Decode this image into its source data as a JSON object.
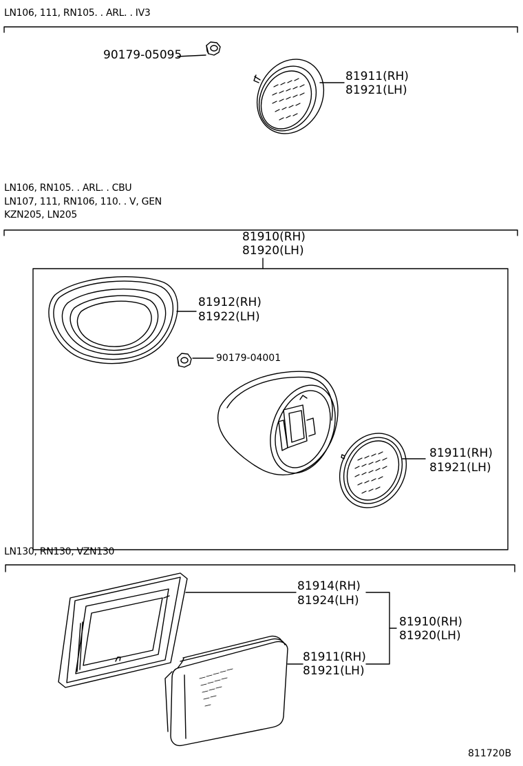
{
  "sections": [
    {
      "header_lines": [
        "LN106, 111, RN105. . ARL. . IV3"
      ],
      "parts": [
        {
          "number": "90179-05095"
        },
        {
          "lines": [
            "81911(RH)",
            "81921(LH)"
          ]
        }
      ]
    },
    {
      "header_lines": [
        "LN106, RN105. . ARL. . CBU",
        "LN107, 111, RN106, 110. . V, GEN",
        "KZN205, LN205"
      ],
      "assembly": [
        "81910(RH)",
        "81920(LH)"
      ],
      "parts": [
        {
          "lines": [
            "81912(RH)",
            "81922(LH)"
          ]
        },
        {
          "number": "90179-04001"
        },
        {
          "lines": [
            "81911(RH)",
            "81921(LH)"
          ]
        }
      ]
    },
    {
      "header_lines": [
        "LN130, RN130, VZN130"
      ],
      "parts": [
        {
          "lines": [
            "81914(RH)",
            "81924(LH)"
          ]
        },
        {
          "lines": [
            "81911(RH)",
            "81921(LH)"
          ]
        }
      ],
      "assembly": [
        "81910(RH)",
        "81920(LH)"
      ]
    }
  ],
  "figure_id": "811720B"
}
